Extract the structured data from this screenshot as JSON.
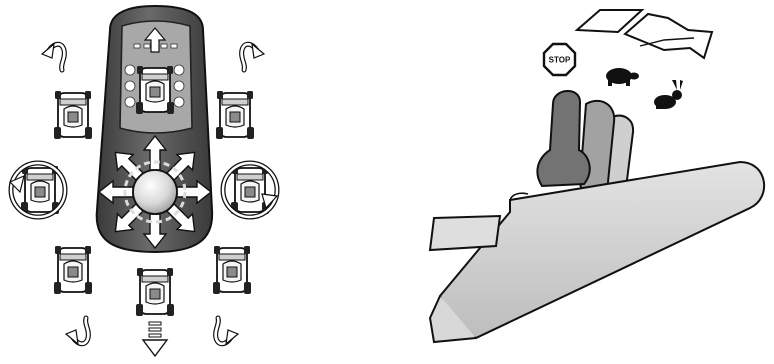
{
  "remote_panel": {
    "stop_sign_label": "STOP"
  },
  "icons": {
    "remote": "remote-control",
    "joystick": "directional-joystick",
    "cleaner": "pool-cleaner-robot",
    "stop": "stop-sign-icon",
    "slow": "turtle-icon",
    "fast": "rabbit-icon",
    "lever": "speed-lever",
    "housing": "remote-housing",
    "direction_arrows": "direction-arrows"
  },
  "colors": {
    "remote_body": "#5e5e5e",
    "remote_panel": "#9a9a9a",
    "lever_dark": "#6f6f6f",
    "lever_mid": "#9a9a9a",
    "lever_light": "#c8c8c8",
    "housing": "#cfcfcf",
    "outline": "#111111"
  }
}
